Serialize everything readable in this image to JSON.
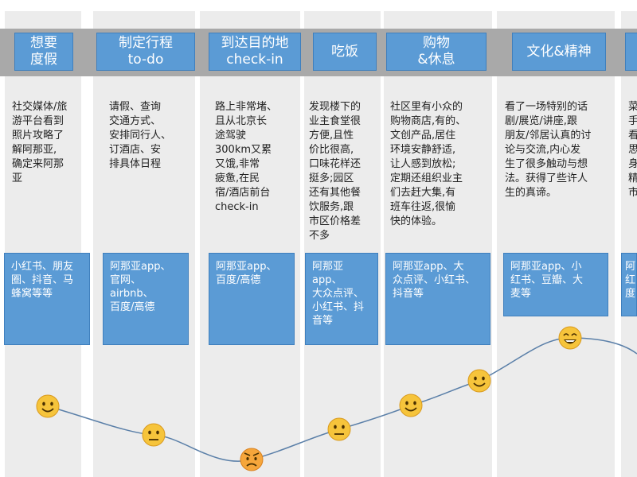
{
  "stages": [
    {
      "label": "想要\n度假"
    },
    {
      "label": "制定行程\nto-do"
    },
    {
      "label": "到达目的地\ncheck-in"
    },
    {
      "label": "吃饭"
    },
    {
      "label": "购物\n&休息"
    },
    {
      "label": "文化&精神"
    },
    {
      "label": ""
    }
  ],
  "descriptions": [
    {
      "text": "社交媒体/旅\n游平台看到\n照片攻略了\n解阿那亚,\n确定来阿那\n亚"
    },
    {
      "text": "请假、查询\n交通方式、\n安排同行人、\n订酒店、安\n排具体日程"
    },
    {
      "text": "路上非常堵、\n且从北京长\n途驾驶\n300km又累\n又饿,非常\n疲惫,在民\n宿/酒店前台\ncheck-in"
    },
    {
      "text": "发现楼下的\n业主食堂很\n方便,且性\n价比很高,\n口味花样还\n挺多;园区\n还有其他餐\n饮服务,跟\n市区价格差\n不多"
    },
    {
      "text": "社区里有小众的\n购物商店,有的、\n文创产品,居住\n环境安静舒适,\n让人感到放松;\n定期还组织业主\n们去赶大集,有\n班车往返,很愉\n快的体验。"
    },
    {
      "text": "看了一场特别的话\n剧/展览/讲座,跟\n朋友/邻居认真的讨\n论与交流,内心发\n生了很多触动与想\n法。获得了些许人\n生的真谛。"
    },
    {
      "text": "菜\n手\n看\n思\n身\n精\n市"
    }
  ],
  "touchpoints": [
    {
      "text": "小红书、朋友\n圈、抖音、马\n蜂窝等等"
    },
    {
      "text": "阿那亚app、\n官网、airbnb、\n百度/高德"
    },
    {
      "text": "阿那亚app、\n百度/高德"
    },
    {
      "text": "阿那亚app、\n大众点评、\n小红书、抖\n音等"
    },
    {
      "text": "阿那亚app、大\n众点评、小红书、\n抖音等"
    },
    {
      "text": "阿那亚app、小\n红书、豆瓣、大\n麦等"
    },
    {
      "text": "阿\n红\n度"
    }
  ],
  "emotions": [
    {
      "mood": "smile"
    },
    {
      "mood": "neutral"
    },
    {
      "mood": "angry"
    },
    {
      "mood": "neutral"
    },
    {
      "mood": "smile"
    },
    {
      "mood": "smile"
    },
    {
      "mood": "laugh"
    }
  ],
  "colors": {
    "stage_bg": "#5b9bd5",
    "band": "#a9a9a9",
    "column": "#ececec",
    "curve": "#5a7fa8",
    "face": "#f6c43b"
  }
}
